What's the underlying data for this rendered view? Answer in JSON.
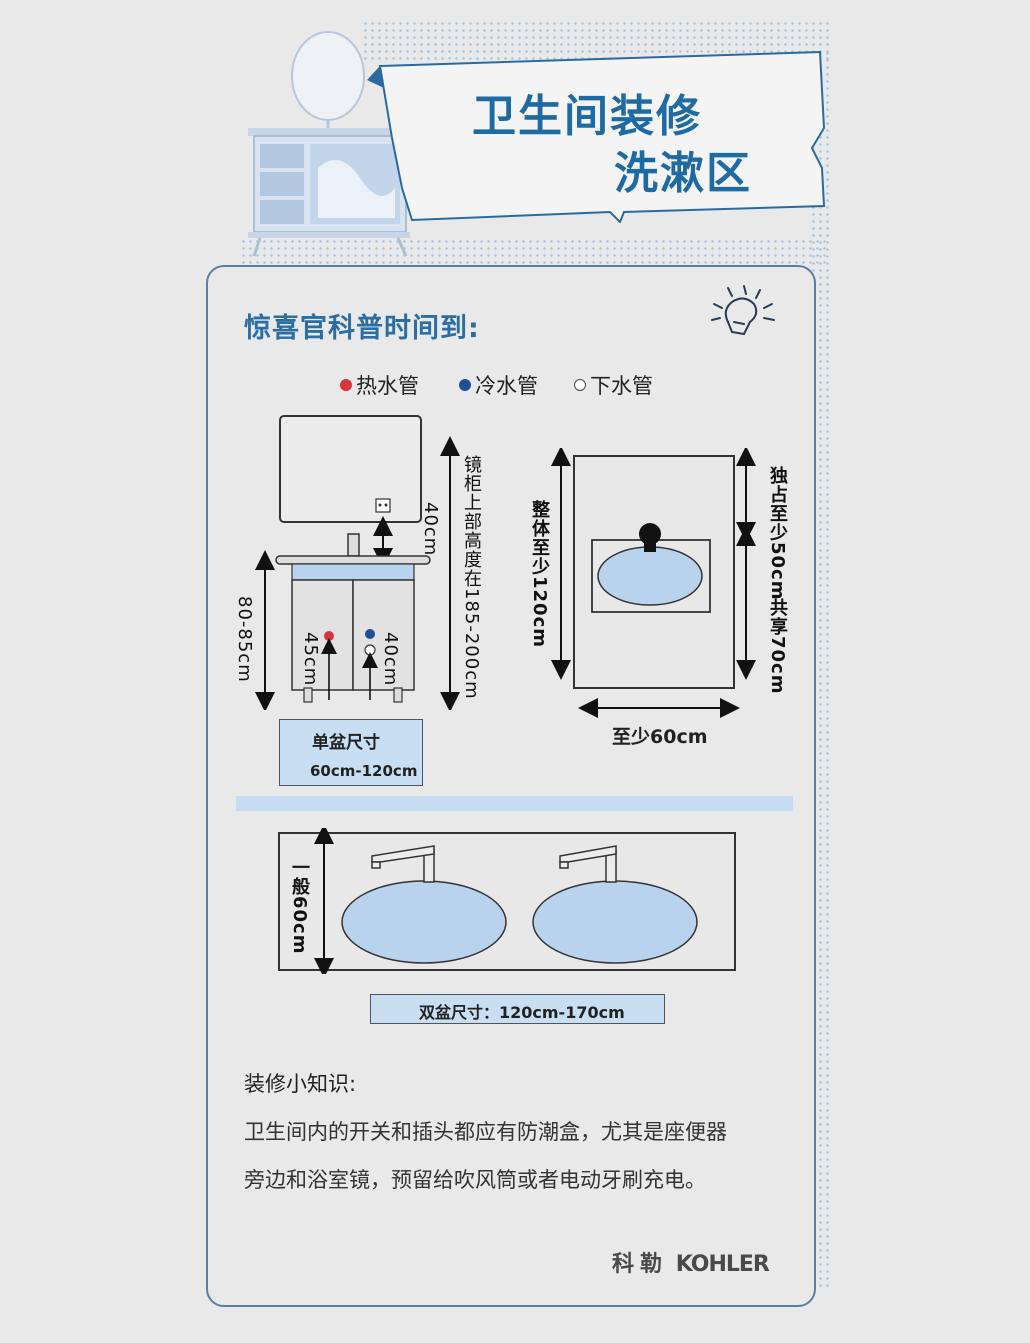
{
  "title": {
    "line1": "卫生间装修",
    "line2": "洗漱区"
  },
  "heading": "惊喜官科普时间到:",
  "legend": [
    {
      "label": "热水管",
      "color": "#d9343c"
    },
    {
      "label": "冷水管",
      "color": "#1f4f96"
    },
    {
      "label": "下水管",
      "color": "#ffffff"
    }
  ],
  "single_basin": {
    "mirror_height": "镜柜上部高度在185-200cm",
    "mirror_gap": "40cm",
    "counter_height": "80-85cm",
    "hot_pipe_height": "45cm",
    "cold_pipe_height": "40cm",
    "size_title": "单盆尺寸",
    "size_value": "60cm-120cm"
  },
  "top_view": {
    "total": "整体至少120cm",
    "exclusive": "独占至少50cm",
    "shared": "共享70cm",
    "width": "至少60cm"
  },
  "double_basin": {
    "depth": "一般60cm",
    "size": "双盆尺寸：120cm-170cm"
  },
  "tips": {
    "heading": "装修小知识:",
    "line1": "卫生间内的开关和插头都应有防潮盒，尤其是座便器",
    "line2": "旁边和浴室镜，预留给吹风筒或者电动牙刷充电。"
  },
  "brand": {
    "cn": "科勒",
    "en": "KOHLER"
  },
  "colors": {
    "accent": "#1e6aa3",
    "basin": "#b9d3ee",
    "stripe": "#c5dcf2"
  }
}
